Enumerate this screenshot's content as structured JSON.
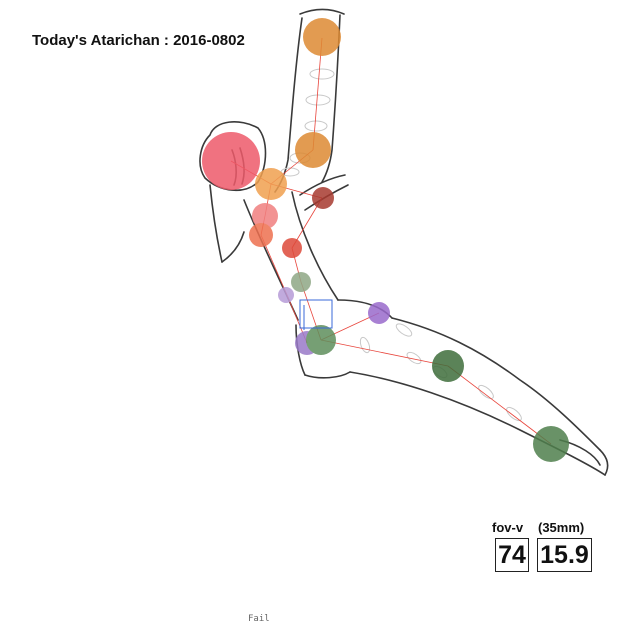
{
  "title": "Today's Atarichan : 2016-0802",
  "fov": {
    "label_v": "fov-v",
    "label_35": "(35mm)",
    "value_v": "74",
    "value_35": "15.9"
  },
  "corner_tag": "Fail",
  "colors": {
    "outline": "#3a3a3a",
    "skeleton": "#e8453c",
    "head": "#ee5a6a",
    "arm_orange": "#dd8a33",
    "torso_salmon": "#f0826a",
    "hip_green": "#5f8f5c",
    "hip_purple": "#9a7ac8",
    "selection": "#3a6ad8"
  }
}
